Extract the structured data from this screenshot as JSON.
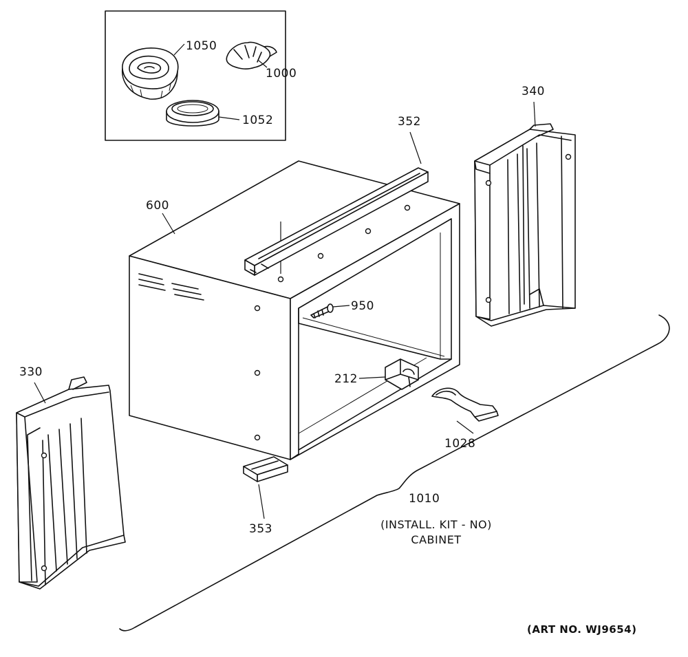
{
  "labels": {
    "p1050": "1050",
    "p1000": "1000",
    "p1052": "1052",
    "p352": "352",
    "p340": "340",
    "p600": "600",
    "p950": "950",
    "p330": "330",
    "p212": "212",
    "p1028": "1028",
    "p353": "353",
    "p1010": "1010"
  },
  "caption": {
    "line1": "(INSTALL. KIT - NO)",
    "line2": "CABINET"
  },
  "art_number": "(ART NO. WJ9654)"
}
